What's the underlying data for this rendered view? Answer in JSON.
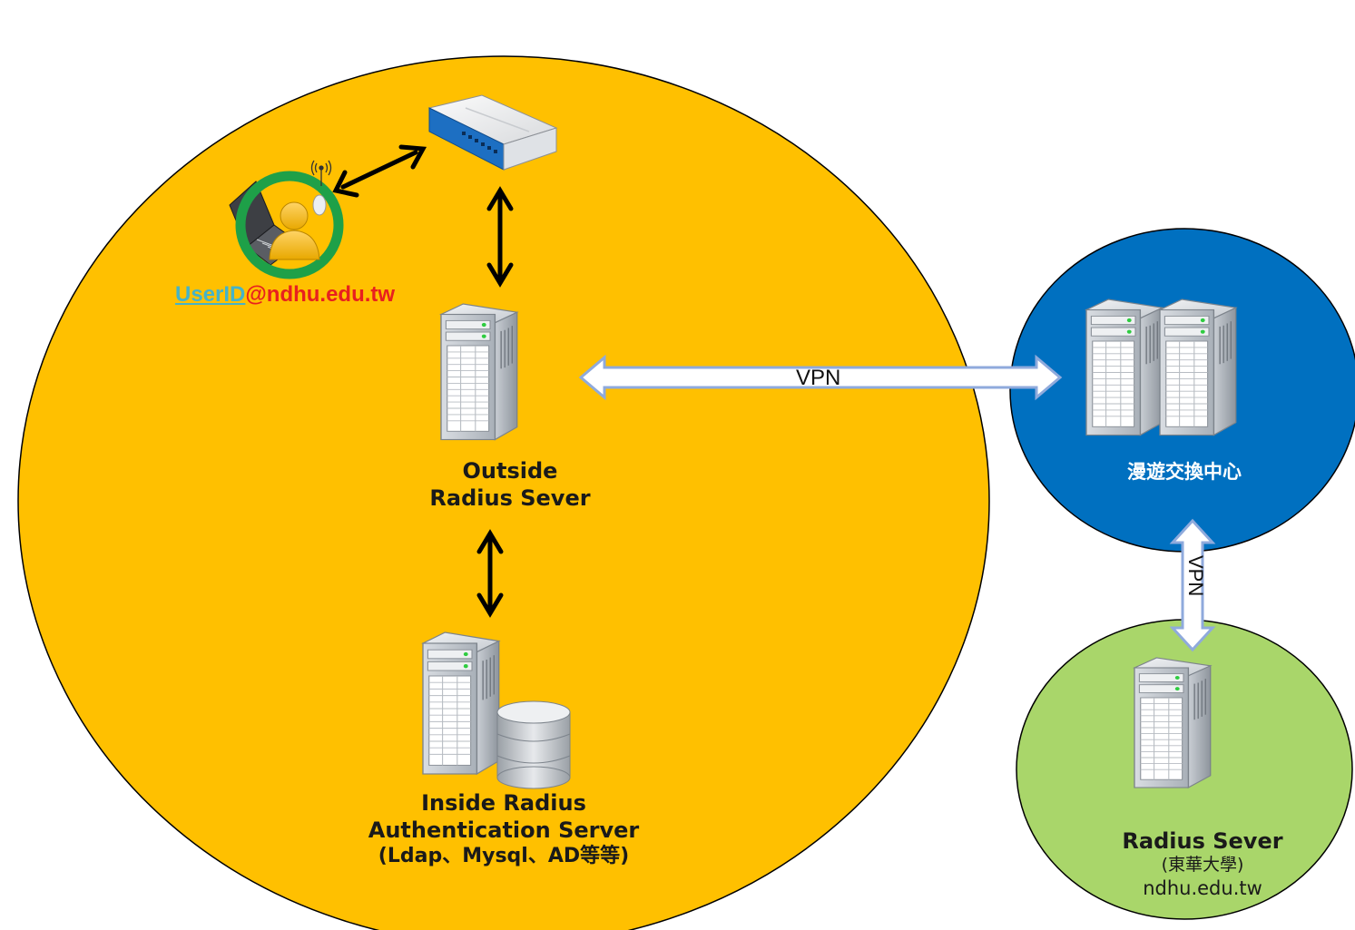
{
  "user": {
    "userid_label": "UserID",
    "domain_label": "@ndhu.edu.tw"
  },
  "outside_server": {
    "line1": "Outside",
    "line2": "Radius Sever"
  },
  "inside_server": {
    "line1": "Inside Radius",
    "line2": "Authentication Server",
    "line3": "(Ldap、Mysql、AD等等)"
  },
  "roaming_center": {
    "label": "漫遊交換中心"
  },
  "remote_server": {
    "line1": "Radius Sever",
    "line2": "(東華大學)",
    "line3": "ndhu.edu.tw"
  },
  "links": {
    "vpn_horizontal": "VPN",
    "vpn_vertical": "VPN"
  },
  "colors": {
    "local_zone": "#ffc000",
    "roaming_zone": "#0070c0",
    "remote_zone": "#a9d66a",
    "vpn_arrow_fill": "#ffffff",
    "vpn_arrow_stroke": "#8faadc",
    "user_ring": "#1ea048"
  },
  "icons": [
    "switch-icon",
    "laptop-user-icon",
    "server-icon",
    "database-icon",
    "wifi-signal-icon"
  ]
}
